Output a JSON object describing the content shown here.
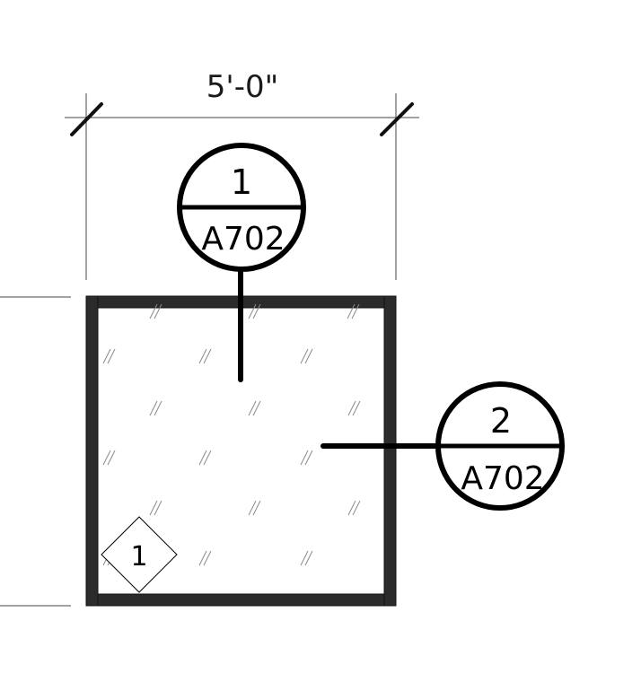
{
  "dimension": {
    "text": "5'-0\""
  },
  "callouts": [
    {
      "number": "1",
      "sheet": "A702"
    },
    {
      "number": "2",
      "sheet": "A702"
    }
  ],
  "window_tag": {
    "text": "1"
  }
}
